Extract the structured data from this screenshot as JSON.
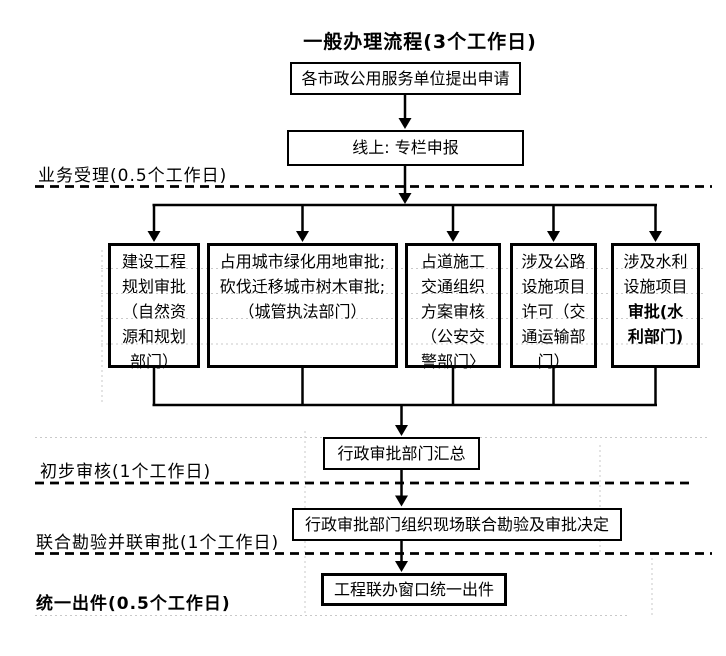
{
  "title": "一般办理流程(3个工作日)",
  "nodes": {
    "apply": "各市政公用服务单位提出申请",
    "online": "线上: 专栏申报",
    "planning": "建设工程\n规划审批\n（自然资\n源和规划\n部门）",
    "greening": "占用城市绿化用地审批;\n砍伐迁移城市树木审批;\n（城管执法部门）",
    "traffic": "占道施工\n交通组织\n方案审核\n（公安交\n警部门〉",
    "highway": "涉及公路\n设施项目\n许可（交\n通运输部\n门）",
    "water_plain": "涉及水利\n设施项目",
    "water_bold": "审批(水\n利部门)",
    "summary": "行政审批部门汇总",
    "joint_review": "行政审批部门组织现场联合勘验及审批决定",
    "unified_output": "工程联办窗口统一出件"
  },
  "phase_labels": {
    "accept": "业务受理(0.5个工作日)",
    "review": "初步审核(1个工作日)",
    "joint": "联合勘验并联审批(1个工作日)",
    "output": "统一出件(0.5个工作日)"
  },
  "colors": {
    "line": "#000000",
    "faint_grid": "#c9c9c9",
    "background": "#ffffff"
  }
}
